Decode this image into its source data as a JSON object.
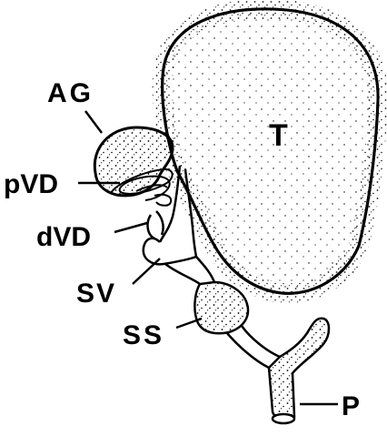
{
  "labels": {
    "testis": "T",
    "accessory_gland": "AG",
    "proximal_vas_deferens": "pVD",
    "distal_vas_deferens": "dVD",
    "seminal_vesicle": "SV",
    "sperm_sac": "SS",
    "penis": "P"
  }
}
